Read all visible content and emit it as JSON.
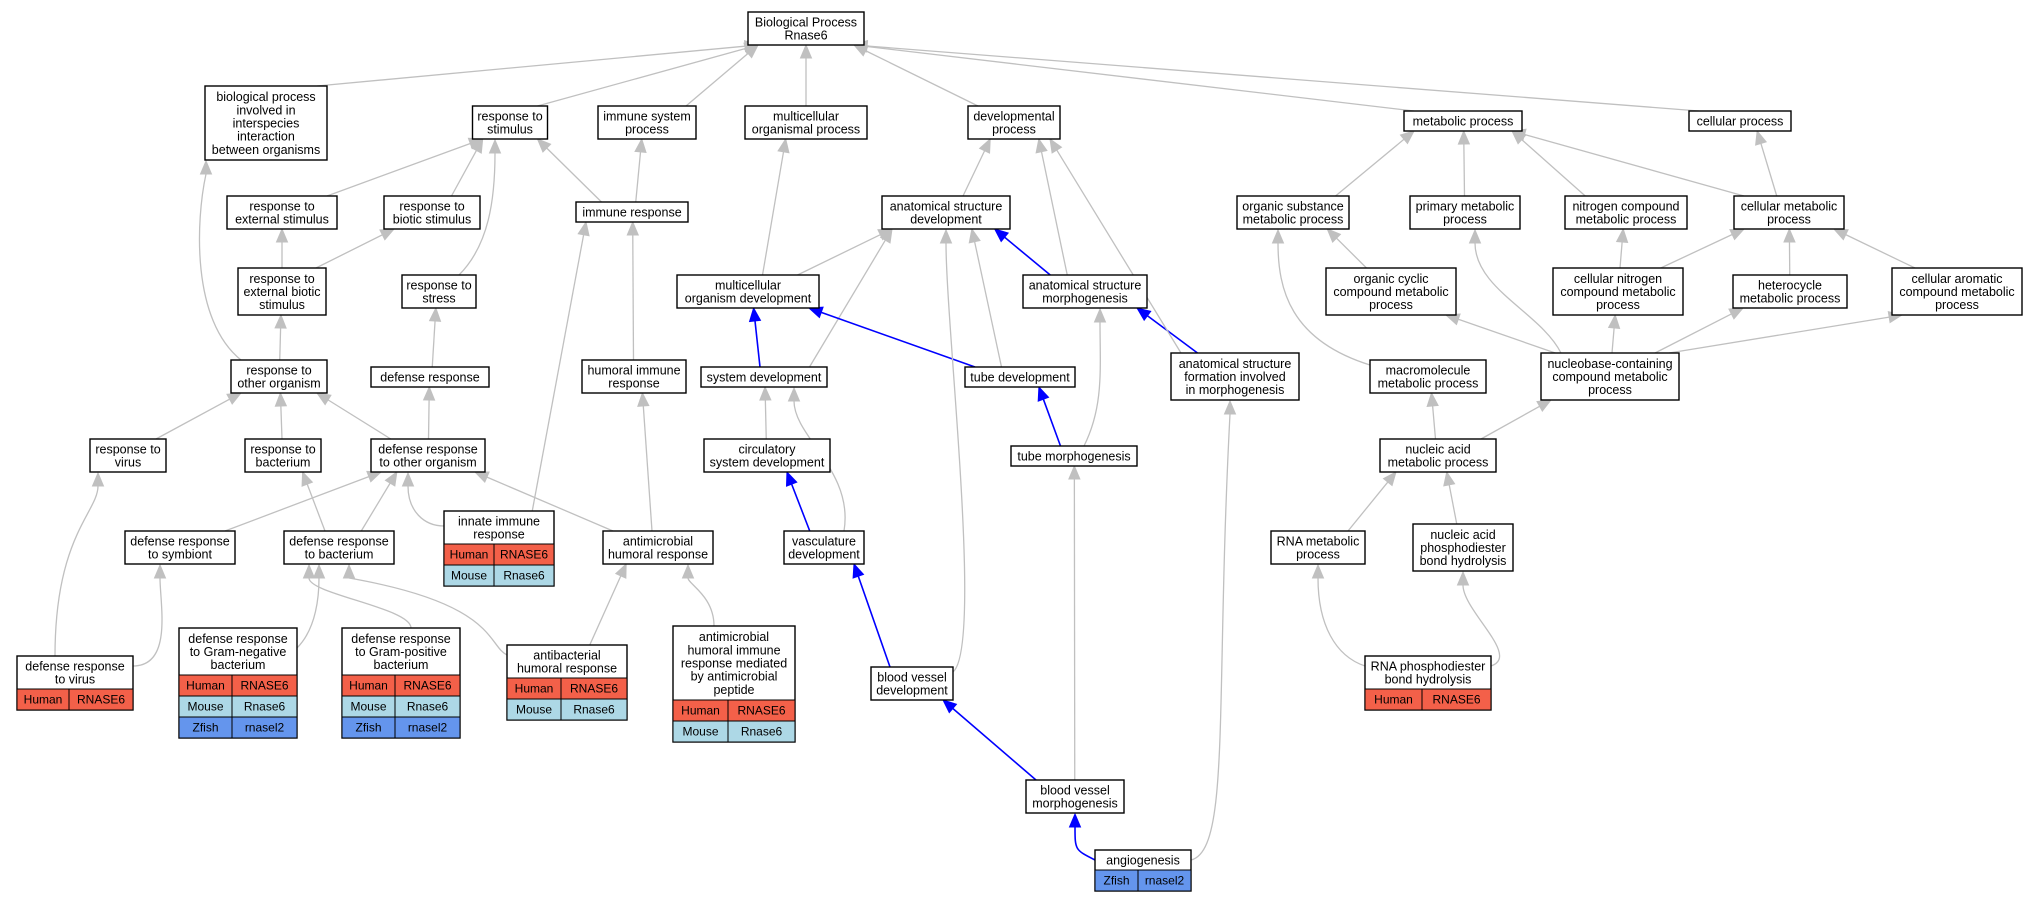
{
  "graph": {
    "nodes": {
      "root": {
        "lines": [
          "Biological Process",
          "Rnase6"
        ]
      },
      "bp_interspecies": {
        "lines": [
          "biological process",
          "involved in",
          "interspecies",
          "interaction",
          "between organisms"
        ]
      },
      "resp_stimulus": {
        "lines": [
          "response to",
          "stimulus"
        ]
      },
      "immune_sys": {
        "lines": [
          "immune system",
          "process"
        ]
      },
      "multicell_proc": {
        "lines": [
          "multicellular",
          "organismal process"
        ]
      },
      "dev_proc": {
        "lines": [
          "developmental",
          "process"
        ]
      },
      "metabolic": {
        "lines": [
          "metabolic process"
        ]
      },
      "cellular_proc": {
        "lines": [
          "cellular process"
        ]
      },
      "resp_ext_stim": {
        "lines": [
          "response to",
          "external stimulus"
        ]
      },
      "resp_biotic": {
        "lines": [
          "response to",
          "biotic stimulus"
        ]
      },
      "immune_resp": {
        "lines": [
          "immune response"
        ]
      },
      "anat_dev": {
        "lines": [
          "anatomical structure",
          "development"
        ]
      },
      "org_subst": {
        "lines": [
          "organic substance",
          "metabolic process"
        ]
      },
      "primary_met": {
        "lines": [
          "primary metabolic",
          "process"
        ]
      },
      "nitrogen_met": {
        "lines": [
          "nitrogen compound",
          "metabolic process"
        ]
      },
      "cell_met": {
        "lines": [
          "cellular metabolic",
          "process"
        ]
      },
      "resp_ext_biotic": {
        "lines": [
          "response to",
          "external biotic",
          "stimulus"
        ]
      },
      "resp_stress": {
        "lines": [
          "response to",
          "stress"
        ]
      },
      "multicell_dev": {
        "lines": [
          "multicellular",
          "organism development"
        ]
      },
      "anat_morph": {
        "lines": [
          "anatomical structure",
          "morphogenesis"
        ]
      },
      "org_cyclic": {
        "lines": [
          "organic cyclic",
          "compound metabolic",
          "process"
        ]
      },
      "cell_nitrogen": {
        "lines": [
          "cellular nitrogen",
          "compound metabolic",
          "process"
        ]
      },
      "heterocycle": {
        "lines": [
          "heterocycle",
          "metabolic process"
        ]
      },
      "cell_aromatic": {
        "lines": [
          "cellular aromatic",
          "compound metabolic",
          "process"
        ]
      },
      "resp_other_org": {
        "lines": [
          "response to",
          "other organism"
        ]
      },
      "defense_resp": {
        "lines": [
          "defense response"
        ]
      },
      "humoral_immune": {
        "lines": [
          "humoral immune",
          "response"
        ]
      },
      "system_dev": {
        "lines": [
          "system development"
        ]
      },
      "tube_dev": {
        "lines": [
          "tube development"
        ]
      },
      "anat_formation": {
        "lines": [
          "anatomical structure",
          "formation involved",
          "in morphogenesis"
        ]
      },
      "macromol_met": {
        "lines": [
          "macromolecule",
          "metabolic process"
        ]
      },
      "nucleobase": {
        "lines": [
          "nucleobase-containing",
          "compound metabolic",
          "process"
        ]
      },
      "resp_virus": {
        "lines": [
          "response to",
          "virus"
        ]
      },
      "resp_bacterium": {
        "lines": [
          "response to",
          "bacterium"
        ]
      },
      "def_other_org": {
        "lines": [
          "defense response",
          "to other organism"
        ]
      },
      "circ_sys_dev": {
        "lines": [
          "circulatory",
          "system development"
        ]
      },
      "tube_morph": {
        "lines": [
          "tube morphogenesis"
        ]
      },
      "nucleic_met": {
        "lines": [
          "nucleic acid",
          "metabolic process"
        ]
      },
      "def_symbiont": {
        "lines": [
          "defense response",
          "to symbiont"
        ]
      },
      "def_bacterium": {
        "lines": [
          "defense response",
          "to bacterium"
        ]
      },
      "innate_immune": {
        "lines": [
          "innate immune",
          "response"
        ]
      },
      "antimicrobial_humoral": {
        "lines": [
          "antimicrobial",
          "humoral response"
        ]
      },
      "vasculature_dev": {
        "lines": [
          "vasculature",
          "development"
        ]
      },
      "rna_met": {
        "lines": [
          "RNA metabolic",
          "process"
        ]
      },
      "nucleic_phospho": {
        "lines": [
          "nucleic acid",
          "phosphodiester",
          "bond hydrolysis"
        ]
      },
      "def_virus": {
        "lines": [
          "defense response",
          "to virus"
        ]
      },
      "def_gram_neg": {
        "lines": [
          "defense response",
          "to Gram-negative",
          "bacterium"
        ]
      },
      "def_gram_pos": {
        "lines": [
          "defense response",
          "to Gram-positive",
          "bacterium"
        ]
      },
      "antibacterial_humoral": {
        "lines": [
          "antibacterial",
          "humoral response"
        ]
      },
      "antimicrobial_peptide": {
        "lines": [
          "antimicrobial",
          "humoral immune",
          "response mediated",
          "by antimicrobial",
          "peptide"
        ]
      },
      "blood_vessel_dev": {
        "lines": [
          "blood vessel",
          "development"
        ]
      },
      "rna_phospho": {
        "lines": [
          "RNA phosphodiester",
          "bond hydrolysis"
        ]
      },
      "blood_vessel_morph": {
        "lines": [
          "blood vessel",
          "morphogenesis"
        ]
      },
      "angiogenesis": {
        "lines": [
          "angiogenesis"
        ]
      }
    },
    "annotations": {
      "innate_immune": [
        [
          "Human",
          "RNASE6"
        ],
        [
          "Mouse",
          "Rnase6"
        ]
      ],
      "def_virus": [
        [
          "Human",
          "RNASE6"
        ]
      ],
      "def_gram_neg": [
        [
          "Human",
          "RNASE6"
        ],
        [
          "Mouse",
          "Rnase6"
        ],
        [
          "Zfish",
          "rnasel2"
        ]
      ],
      "def_gram_pos": [
        [
          "Human",
          "RNASE6"
        ],
        [
          "Mouse",
          "Rnase6"
        ],
        [
          "Zfish",
          "rnasel2"
        ]
      ],
      "antibacterial_humoral": [
        [
          "Human",
          "RNASE6"
        ],
        [
          "Mouse",
          "Rnase6"
        ]
      ],
      "antimicrobial_peptide": [
        [
          "Human",
          "RNASE6"
        ],
        [
          "Mouse",
          "Rnase6"
        ]
      ],
      "rna_phospho": [
        [
          "Human",
          "RNASE6"
        ]
      ],
      "angiogenesis": [
        [
          "Zfish",
          "rnasel2"
        ]
      ]
    },
    "species_colors": {
      "Human": "#f36049",
      "Mouse": "#add8e6",
      "Zfish": "#6495ed"
    },
    "edge_colors": {
      "is_a": "#c0c0c0",
      "highlight": "#0000ff"
    }
  }
}
